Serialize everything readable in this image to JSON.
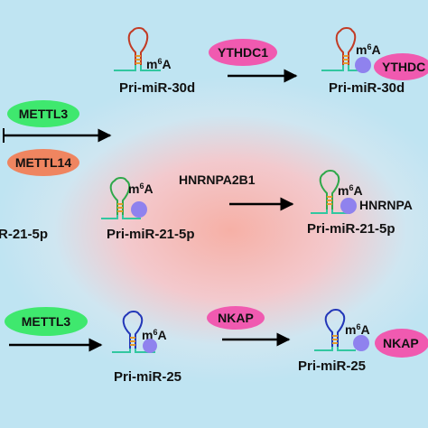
{
  "colors": {
    "green": "#3fe86e",
    "orange": "#ef8560",
    "pink": "#f05ab0",
    "stem_loop_red": "#c23b25",
    "stem_loop_green": "#2fa84a",
    "stem_loop_blue": "#2236b8",
    "stem_orange": "#e59a2b",
    "m6a_dot": "#8f82ee",
    "tail_teal": "#32c7a0",
    "arrow": "#000000"
  },
  "mark": "m6A",
  "rows": [
    {
      "writer": "",
      "reader": "YTHDC1",
      "reader_clipped": "YTHDC",
      "substrate": "Pri-miR-30d",
      "product": "Pri-miR-30d"
    },
    {
      "writer": "METTL3",
      "writer2": "METTL14",
      "left_clipped": "R-21-5p",
      "reader": "HNRNPA2B1",
      "reader_clipped": "HNRNPA",
      "substrate": "Pri-miR-21-5p",
      "product": "Pri-miR-21-5p"
    },
    {
      "writer": "METTL3",
      "reader": "NKAP",
      "reader_clipped": "NKAP",
      "substrate": "Pri-miR-25",
      "product": "Pri-miR-25"
    }
  ]
}
